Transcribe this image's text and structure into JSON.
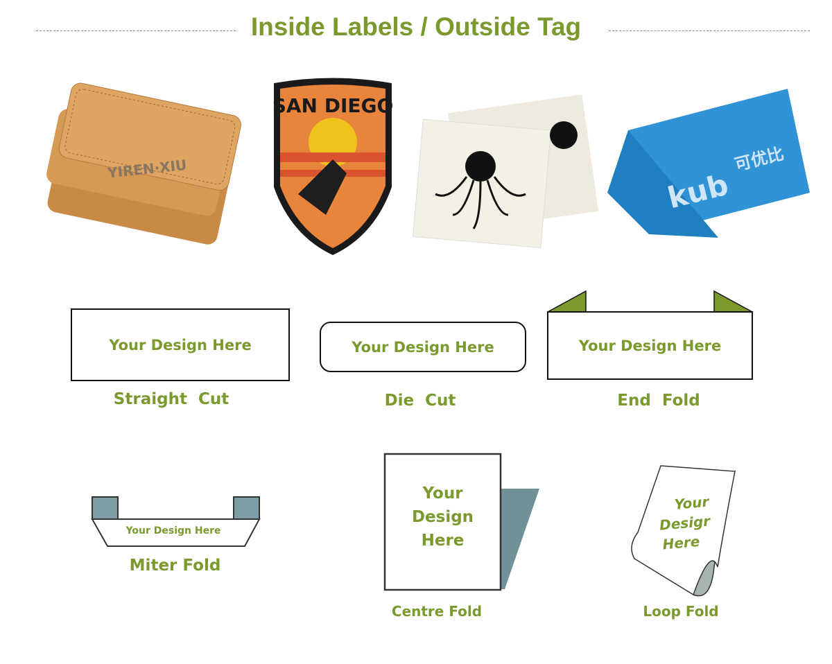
{
  "header": {
    "title": "Inside Labels / Outside Tag"
  },
  "photos": [
    {
      "name": "leather-patch",
      "text": "YIREN·XIU"
    },
    {
      "name": "embroidered-patch",
      "text": "SAN DIEGO"
    },
    {
      "name": "woven-label-octopus"
    },
    {
      "name": "blue-folded-label",
      "text": "kub",
      "text_cn": "可优比"
    }
  ],
  "fold_types": {
    "straight_cut": {
      "design": "Your Design Here",
      "label": "Straight  Cut"
    },
    "die_cut": {
      "design": "Your Design Here",
      "label": "Die  Cut"
    },
    "end_fold": {
      "design": "Your Design Here",
      "label": "End  Fold"
    },
    "miter_fold": {
      "design": "Your Design Here",
      "label": "Miter Fold"
    },
    "centre_fold": {
      "design_lines": [
        "Your",
        "Design",
        "Here"
      ],
      "label": "Centre Fold"
    },
    "loop_fold": {
      "design_lines": [
        "Your",
        "Desigr",
        "Here"
      ],
      "label": "Loop Fold"
    }
  },
  "colors": {
    "accent": "#7a9a2e",
    "fold_grey": "#7e9ea6",
    "loop_grey": "#a8b4ae"
  }
}
